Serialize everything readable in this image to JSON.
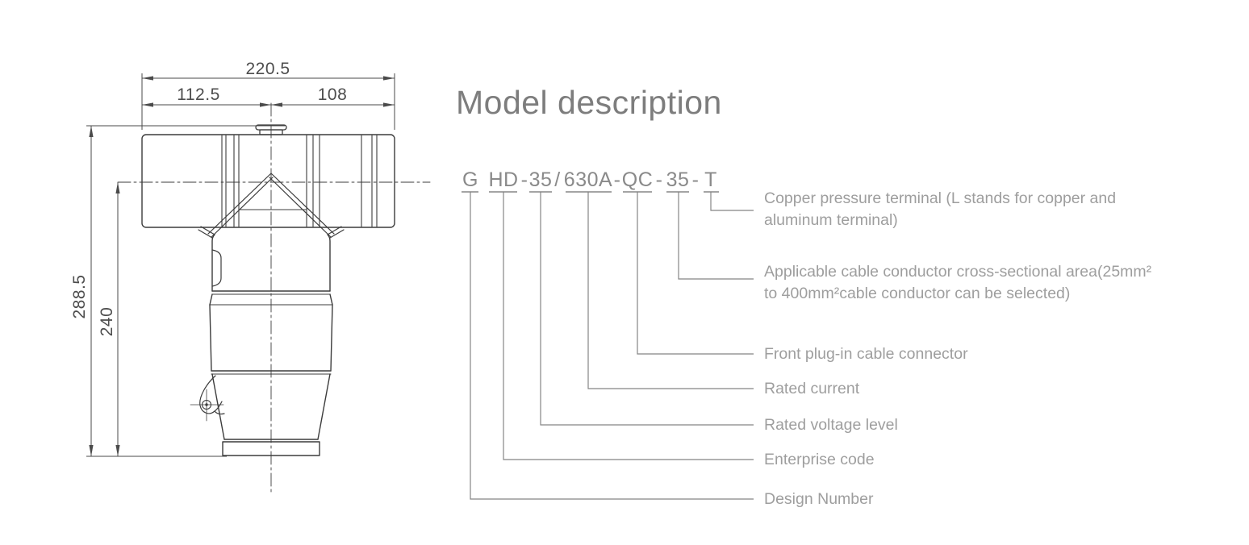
{
  "drawing": {
    "dimensions": {
      "total_width": "220.5",
      "left_width": "112.5",
      "right_width": "108",
      "total_height": "288.5",
      "inner_height": "240"
    }
  },
  "model": {
    "title": "Model description",
    "code": {
      "full": "G HD-35/630A-QC-35-T",
      "segments": [
        {
          "text": "G"
        },
        {
          "text": "HD"
        },
        {
          "text": "-"
        },
        {
          "text": "35"
        },
        {
          "text": "/"
        },
        {
          "text": "630A"
        },
        {
          "text": "-"
        },
        {
          "text": "QC"
        },
        {
          "text": "-"
        },
        {
          "text": "35"
        },
        {
          "text": "-"
        },
        {
          "text": "T"
        }
      ]
    },
    "descriptions": [
      {
        "lines": [
          "Copper pressure terminal (L stands for copper and",
          "aluminum terminal)"
        ]
      },
      {
        "lines": [
          "Applicable cable conductor cross-sectional area(25mm²",
          "to 400mm²cable conductor can be selected)"
        ]
      },
      {
        "lines": [
          "Front plug-in cable connector",
          ""
        ]
      },
      {
        "lines": [
          "Rated current",
          ""
        ]
      },
      {
        "lines": [
          "Rated voltage level",
          ""
        ]
      },
      {
        "lines": [
          "Enterprise code",
          ""
        ]
      },
      {
        "lines": [
          "Design Number",
          ""
        ]
      }
    ]
  },
  "colors": {
    "drawing_line": "#3c3c3c",
    "dimension_line": "#4a4a4a",
    "annotation_line": "#858585",
    "title_text": "#7d7d7d",
    "code_text": "#8a8a8a",
    "description_text": "#9e9e9e"
  }
}
